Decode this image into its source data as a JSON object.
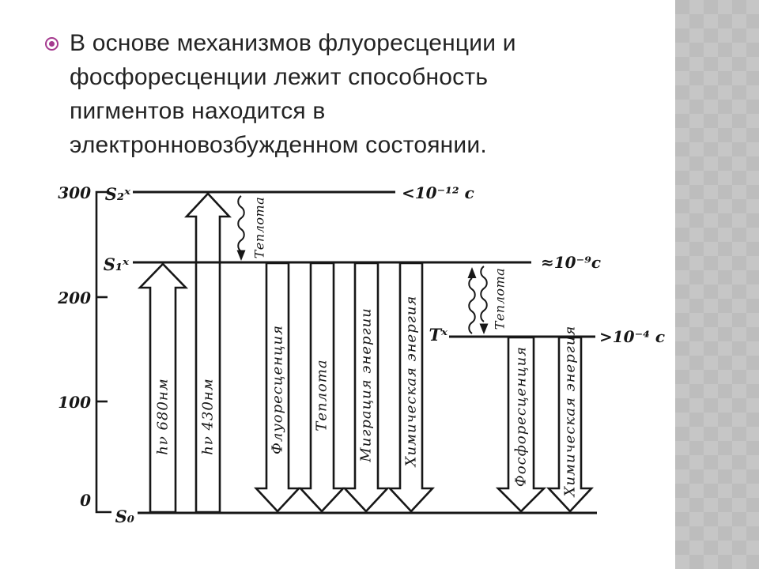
{
  "slide": {
    "background_color": "#ffffff",
    "sidebar": {
      "base_color": "#bdbdbd",
      "diamond_color": "#c6c6c6"
    },
    "bullet": {
      "marker_color": "#a53a8f",
      "lines": [
        "В основе механизмов флуоресценции и",
        "фосфоресценции лежит способность",
        "пигментов находится в",
        "электронновозбужденном состоянии."
      ]
    }
  },
  "diagram": {
    "type": "jablonski-energy-level-diagram",
    "ink_color": "#171717",
    "axis_ticks": [
      "300",
      "200",
      "100",
      "0"
    ],
    "levels": {
      "s2": {
        "label": "S₂ˣ",
        "lifetime": "<10⁻¹² c",
        "value": 300
      },
      "s1": {
        "label": "S₁ˣ",
        "lifetime": "≈10⁻⁹c",
        "value": 233
      },
      "t": {
        "label": "Tˣ",
        "lifetime": ">10⁻⁴ c",
        "value": 165
      },
      "s0": {
        "label": "S₀",
        "value": 0
      }
    },
    "excitation_arrows": [
      {
        "label": "hν 680нм",
        "from": "S₀",
        "to": "S₁ˣ"
      },
      {
        "label": "hν 430нм",
        "from": "S₀",
        "to": "S₂ˣ"
      }
    ],
    "deactivation_arrows_from_s1": [
      "Флуоресценция",
      "Теплота",
      "Миграция энергии",
      "Химическая энергия"
    ],
    "deactivation_arrows_from_t": [
      "Фосфоресценция",
      "Химическая энергия"
    ],
    "wavy_arrows": {
      "s2_to_s1": "Теплота",
      "s1_to_t": "Теплота"
    }
  }
}
